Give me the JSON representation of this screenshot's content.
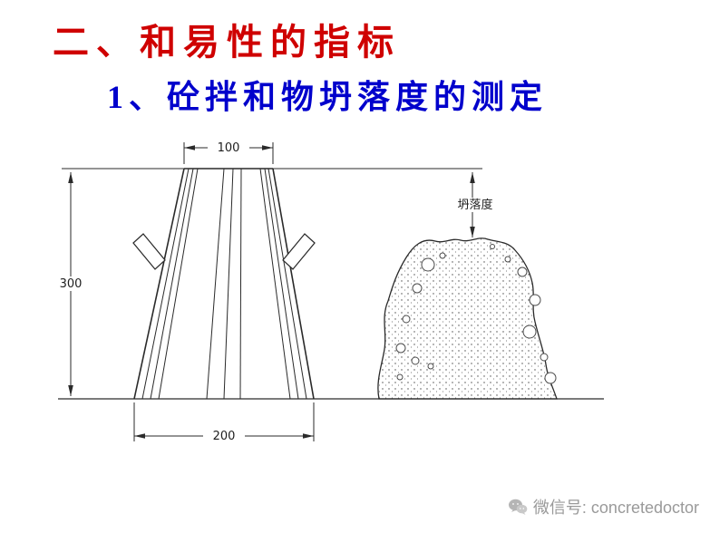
{
  "slide": {
    "heading1": "二、和易性的指标",
    "heading2": "1、砼拌和物坍落度的测定"
  },
  "diagram": {
    "dim_top_width": "100",
    "dim_height": "300",
    "dim_bottom_width": "200",
    "slump_label": "坍落度"
  },
  "footer": {
    "watermark": "微信号: concretedoctor"
  },
  "colors": {
    "heading1_red": "#cf0000",
    "heading2_blue": "#0000cc",
    "line_color": "#2a2a2a",
    "watermark_gray": "#9a9a9a"
  }
}
